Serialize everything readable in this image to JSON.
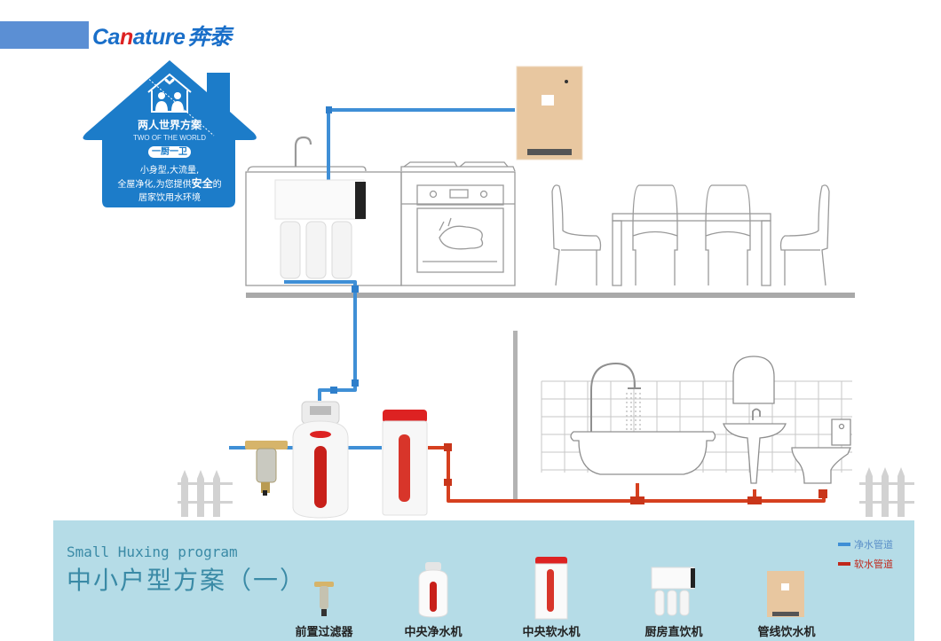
{
  "brand": {
    "logo_text_pre": "Ca",
    "logo_text_n": "n",
    "logo_text_post": "ature",
    "logo_text_cn": "奔泰",
    "accent_color": "#1a6fc9",
    "bar_color": "#5b8fd4"
  },
  "house_card": {
    "title": "两人世界方案",
    "subtitle": "TWO OF THE WORLD",
    "badge": "一厨一卫",
    "line1": "小身型,大流量,",
    "line2_pre": "全屋净化,为您提供",
    "line2_bold": "安全",
    "line2_post": "的",
    "line3": "居家饮用水环境",
    "color": "#1c7cc9"
  },
  "scene": {
    "rooms": [
      "kitchen",
      "dining-room",
      "bathroom",
      "utility"
    ],
    "pipes": {
      "clean_color": "#3f8fd6",
      "soft_color": "#d6401f"
    }
  },
  "panel": {
    "title_en": "Small Huxing program",
    "title_cn": "中小户型方案（一）",
    "background": "#b5dce7"
  },
  "legend": [
    {
      "label": "净水管道",
      "color": "#3f8fd6",
      "text_color": "#5a8fc8"
    },
    {
      "label": "软水管道",
      "color": "#c0281c",
      "text_color": "#c0281c"
    }
  ],
  "products": [
    {
      "label": "前置过滤器",
      "icon": "pre-filter-icon"
    },
    {
      "label": "中央净水机",
      "icon": "central-purifier-icon"
    },
    {
      "label": "中央软水机",
      "icon": "central-softener-icon"
    },
    {
      "label": "厨房直饮机",
      "icon": "kitchen-drinking-machine-icon"
    },
    {
      "label": "管线饮水机",
      "icon": "pipeline-dispenser-icon"
    }
  ]
}
